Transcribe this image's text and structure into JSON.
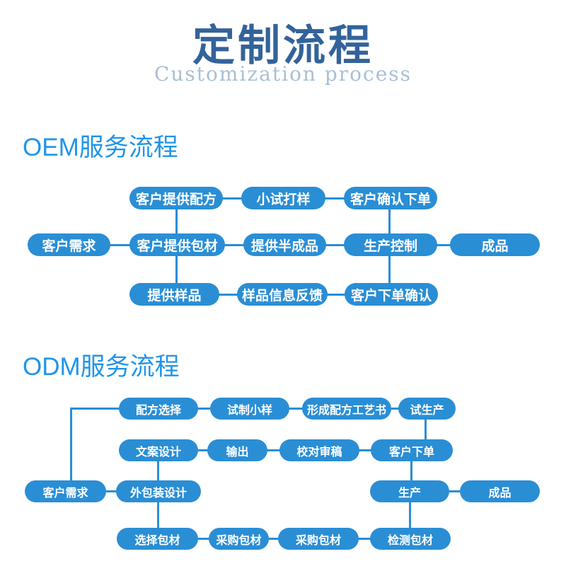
{
  "header": {
    "title": "定制流程",
    "subtitle": "Customization process"
  },
  "oem": {
    "heading": "OEM服务流程",
    "nodes": [
      {
        "label": "客户需求"
      },
      {
        "label": "客户提供配方"
      },
      {
        "label": "小试打样"
      },
      {
        "label": "客户确认下单"
      },
      {
        "label": "客户提供包材"
      },
      {
        "label": "提供半成品"
      },
      {
        "label": "生产控制"
      },
      {
        "label": "成品"
      },
      {
        "label": "提供样品"
      },
      {
        "label": "样品信息反馈"
      },
      {
        "label": "客户下单确认"
      }
    ],
    "edges": [
      "客户需求 → 客户提供包材",
      "客户提供配方 → 小试打样",
      "小试打样 → 客户确认下单",
      "客户提供包材 → 提供半成品",
      "提供半成品 → 生产控制",
      "生产控制 → 成品",
      "提供样品 → 样品信息反馈",
      "样品信息反馈 → 客户下单确认",
      "客户提供配方 → 客户提供包材",
      "客户提供包材 → 提供样品",
      "客户确认下单 → 生产控制",
      "生产控制 → 客户下单确认"
    ]
  },
  "odm": {
    "heading": "ODM服务流程",
    "nodes": [
      {
        "label": "配方选择"
      },
      {
        "label": "试制小样"
      },
      {
        "label": "形成配方工艺书"
      },
      {
        "label": "试生产"
      },
      {
        "label": "文案设计"
      },
      {
        "label": "输出"
      },
      {
        "label": "校对审稿"
      },
      {
        "label": "客户下单"
      },
      {
        "label": "客户需求"
      },
      {
        "label": "外包装设计"
      },
      {
        "label": "生产"
      },
      {
        "label": "成品"
      },
      {
        "label": "选择包材"
      },
      {
        "label": "采购包材"
      },
      {
        "label": "采购包材"
      },
      {
        "label": "检测包材"
      }
    ],
    "edges": [
      "客户需求 → 配方选择",
      "配方选择 → 试制小样",
      "试制小样 → 形成配方工艺书",
      "形成配方工艺书 → 试生产",
      "试生产 → 客户下单",
      "文案设计 → 输出",
      "输出 → 校对审稿",
      "校对审稿 → 客户下单",
      "客户下单 → 生产",
      "客户需求 → 外包装设计",
      "文案设计 → 外包装设计",
      "外包装设计 → 选择包材",
      "选择包材 → 采购包材",
      "采购包材 → 采购包材",
      "采购包材 → 检测包材",
      "检测包材 → 生产",
      "生产 → 成品"
    ]
  },
  "colors": {
    "node_fill": "#2a8ed5",
    "node_text": "#ffffff",
    "connector": "#2a8ed5",
    "section_heading": "#2095e9",
    "title": "#33639b",
    "subtitle": "#a9bfd5"
  }
}
